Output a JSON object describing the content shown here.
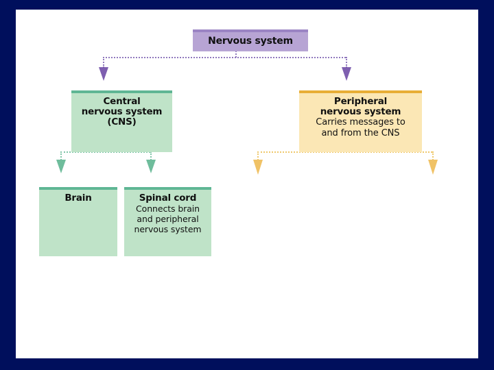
{
  "slide": {
    "background_color": "#000f5c",
    "canvas_color": "#ffffff"
  },
  "diagram": {
    "type": "hierarchy-flowchart",
    "nodes": {
      "root": {
        "title": "Nervous system",
        "fill_color": "#b7a4d4",
        "accent_color": "#9b84c4"
      },
      "cns": {
        "title_line1": "Central",
        "title_line2": "nervous system",
        "title_line3": "(CNS)",
        "fill_color": "#bfe3c8",
        "accent_color": "#5fb694"
      },
      "pns": {
        "title_line1": "Peripheral",
        "title_line2": "nervous system",
        "subtitle_line1": "Carries messages to",
        "subtitle_line2": "and from the CNS",
        "fill_color": "#fbe7b5",
        "accent_color": "#e8ae36"
      },
      "brain": {
        "title": "Brain",
        "fill_color": "#bfe3c8",
        "accent_color": "#5fb694"
      },
      "spinal_cord": {
        "title": "Spinal cord",
        "subtitle_line1": "Connects brain",
        "subtitle_line2": "and peripheral",
        "subtitle_line3": "nervous system",
        "fill_color": "#bfe3c8",
        "accent_color": "#5fb694"
      }
    },
    "connectors": {
      "root_to_children_color": "#8f77bd",
      "cns_to_children_color": "#7dc4a6",
      "pns_to_children_color": "#eec76a",
      "style": "dotted"
    }
  }
}
